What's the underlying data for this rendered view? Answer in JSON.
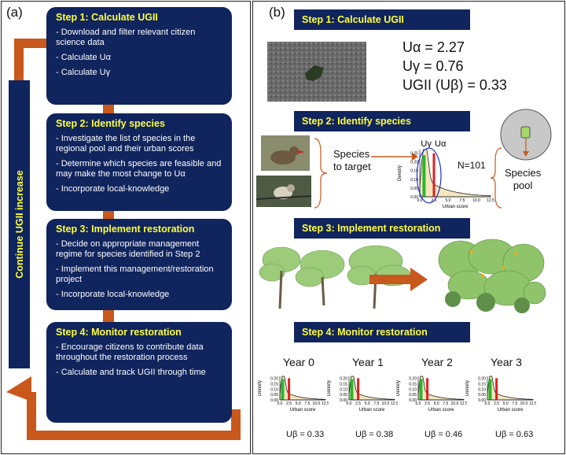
{
  "panel_a": {
    "label": "(a)",
    "side_label": "Continue UGII increase",
    "steps": [
      {
        "title": "Step 1: Calculate UGII",
        "bullets": [
          "- Download and filter relevant citizen science data",
          "- Calculate Uα",
          "- Calculate Uγ"
        ]
      },
      {
        "title": "Step 2: Identify species",
        "bullets": [
          "- Investigate the list of species in the regional pool and their urban scores",
          "- Determine which species are feasible and may make the most change to Uα",
          "- Incorporate local-knowledge"
        ]
      },
      {
        "title": "Step 3: Implement restoration",
        "bullets": [
          "- Decide on appropriate management regime for species identified in Step 2",
          "- Implement this management/restoration project",
          "- Incorporate local-knowledge"
        ]
      },
      {
        "title": "Step 4: Monitor restoration",
        "bullets": [
          "- Encourage citizens to contribute data throughout the restoration process",
          "- Calculate and track UGII through time"
        ]
      }
    ]
  },
  "panel_b": {
    "label": "(b)",
    "headers": [
      "Step 1: Calculate UGII",
      "Step 2: Identify species",
      "Step 3: Implement restoration",
      "Step 4: Monitor restoration"
    ],
    "metrics": [
      "Uα = 2.27",
      "Uγ = 0.76",
      "UGII (Uβ) = 0.33"
    ],
    "species_to_target": "Species\nto target",
    "species_pool": "Species\npool",
    "n_label": "N=101",
    "marker_labels": [
      "Uγ",
      "Uα"
    ],
    "axis_xlabel": "Urban score",
    "axis_ylabel": "Density",
    "x_ticks": [
      "0.0",
      "2.5",
      "5.0",
      "7.5",
      "10.0",
      "12.5"
    ],
    "y_ticks": [
      "0.00",
      "0.05",
      "0.10",
      "0.15",
      "0.20",
      "0.25"
    ],
    "y_ticks_small": [
      "0.00",
      "0.05",
      "0.10",
      "0.15",
      "0.20"
    ],
    "years": [
      "Year 0",
      "Year 1",
      "Year 2",
      "Year 3"
    ],
    "ubeta": [
      "Uβ = 0.33",
      "Uβ = 0.38",
      "Uβ = 0.46",
      "Uβ = 0.63"
    ]
  },
  "colors": {
    "navy": "#10245d",
    "yellow": "#ffff3c",
    "orange": "#c9581c",
    "fill": "#f3e6bf",
    "green": "#2bb52b",
    "red": "#e02020",
    "blue": "#2230c8"
  }
}
